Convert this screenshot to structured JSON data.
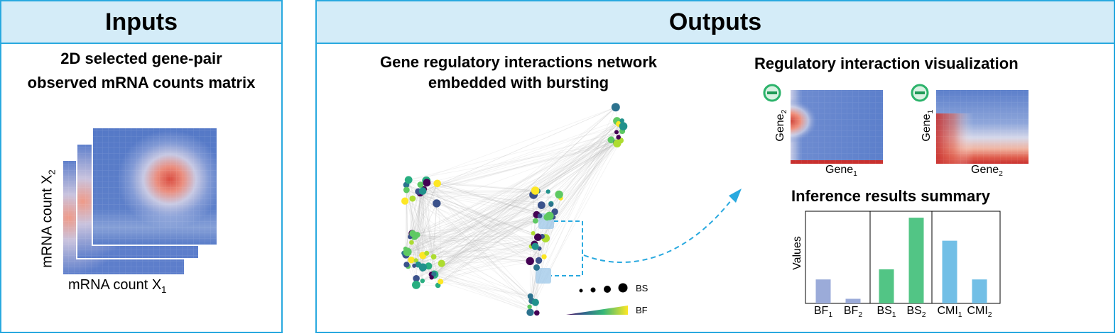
{
  "inputs": {
    "title": "Inputs",
    "subtitle_line1": "2D selected gene-pair",
    "subtitle_line2": "observed mRNA counts matrix",
    "x_axis": {
      "text": "mRNA count X",
      "sub": "1"
    },
    "y_axis": {
      "text": "mRNA count X",
      "sub": "2"
    }
  },
  "outputs": {
    "title": "Outputs",
    "network": {
      "title_line1": "Gene regulatory interactions network",
      "title_line2": "embedded with bursting",
      "legend_size_label": "BS",
      "legend_color_label": "BF"
    },
    "visualization": {
      "title": "Regulatory interaction visualization",
      "heatmap_left": {
        "sign": "−",
        "xlabel": "Gene",
        "xsub": "1",
        "ylabel": "Gene",
        "ysub": "2"
      },
      "heatmap_right": {
        "sign": "−",
        "xlabel": "Gene",
        "xsub": "2",
        "ylabel": "Gene",
        "ysub": "1"
      }
    },
    "summary": {
      "title": "Inference results summary",
      "ylabel": "Values"
    }
  },
  "colors": {
    "panel_border": "#29a9df",
    "panel_header": "#d4ecf8",
    "bf_bar": "#9babd9",
    "bs_bar": "#52c585",
    "cmi_bar": "#72bfe6",
    "minus_badge": "#2cb36b",
    "arrow": "#29a9df"
  },
  "chart_data": {
    "type": "bar",
    "categories": [
      {
        "text": "BF",
        "sub": "1"
      },
      {
        "text": "BF",
        "sub": "2"
      },
      {
        "text": "BS",
        "sub": "1"
      },
      {
        "text": "BS",
        "sub": "2"
      },
      {
        "text": "CMI",
        "sub": "1"
      },
      {
        "text": "CMI",
        "sub": "2"
      }
    ],
    "values": [
      0.26,
      0.05,
      0.37,
      0.93,
      0.68,
      0.26
    ],
    "groups": [
      "BF",
      "BF",
      "BS",
      "BS",
      "CMI",
      "CMI"
    ],
    "ylabel": "Values",
    "ylim": [
      0,
      1
    ],
    "grid": false
  }
}
